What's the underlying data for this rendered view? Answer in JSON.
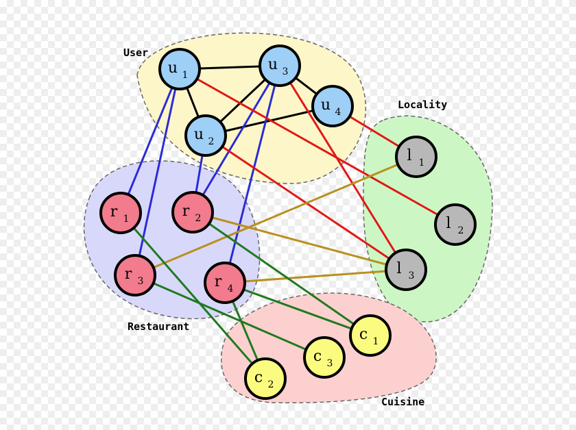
{
  "groups": [
    {
      "id": "user",
      "label": "User",
      "fill": "#fdf6c8"
    },
    {
      "id": "restaurant",
      "label": "Restaurant",
      "fill": "#d8d8fa"
    },
    {
      "id": "locality",
      "label": "Locality",
      "fill": "#ccf7c4"
    },
    {
      "id": "cuisine",
      "label": "Cuisine",
      "fill": "#fdd0d0"
    }
  ],
  "nodes": [
    {
      "id": "u1",
      "base": "u",
      "sub": "1",
      "fill": "#9ecff7"
    },
    {
      "id": "u2",
      "base": "u",
      "sub": "2",
      "fill": "#9ecff7"
    },
    {
      "id": "u3",
      "base": "u",
      "sub": "3",
      "fill": "#9ecff7"
    },
    {
      "id": "u4",
      "base": "u",
      "sub": "4",
      "fill": "#9ecff7"
    },
    {
      "id": "r1",
      "base": "r",
      "sub": "1",
      "fill": "#f27b8e"
    },
    {
      "id": "r2",
      "base": "r",
      "sub": "2",
      "fill": "#f27b8e"
    },
    {
      "id": "r3",
      "base": "r",
      "sub": "3",
      "fill": "#f27b8e"
    },
    {
      "id": "r4",
      "base": "r",
      "sub": "4",
      "fill": "#f27b8e"
    },
    {
      "id": "l1",
      "base": "l",
      "sub": "1",
      "fill": "#b8b8b8"
    },
    {
      "id": "l2",
      "base": "l",
      "sub": "2",
      "fill": "#b8b8b8"
    },
    {
      "id": "l3",
      "base": "l",
      "sub": "3",
      "fill": "#b8b8b8"
    },
    {
      "id": "c1",
      "base": "c",
      "sub": "1",
      "fill": "#fbfb80"
    },
    {
      "id": "c2",
      "base": "c",
      "sub": "2",
      "fill": "#fbfb80"
    },
    {
      "id": "c3",
      "base": "c",
      "sub": "3",
      "fill": "#fbfb80"
    }
  ],
  "edge_colors": {
    "user_user": "#000000",
    "user_restaurant": "#2b2bd6",
    "user_locality": "#e01818",
    "restaurant_locality": "#b8901e",
    "restaurant_cuisine": "#1f7a1f"
  },
  "edges": [
    {
      "from": "u1",
      "to": "u3",
      "kind": "user_user"
    },
    {
      "from": "u1",
      "to": "u2",
      "kind": "user_user"
    },
    {
      "from": "u3",
      "to": "u4",
      "kind": "user_user"
    },
    {
      "from": "u2",
      "to": "u4",
      "kind": "user_user"
    },
    {
      "from": "u2",
      "to": "u3",
      "kind": "user_user"
    },
    {
      "from": "u1",
      "to": "r1",
      "kind": "user_restaurant"
    },
    {
      "from": "u1",
      "to": "r3",
      "kind": "user_restaurant"
    },
    {
      "from": "u2",
      "to": "r2",
      "kind": "user_restaurant"
    },
    {
      "from": "u3",
      "to": "r2",
      "kind": "user_restaurant"
    },
    {
      "from": "u3",
      "to": "r4",
      "kind": "user_restaurant"
    },
    {
      "from": "u1",
      "to": "l2",
      "kind": "user_locality"
    },
    {
      "from": "u2",
      "to": "l3",
      "kind": "user_locality"
    },
    {
      "from": "u3",
      "to": "l3",
      "kind": "user_locality"
    },
    {
      "from": "u4",
      "to": "l1",
      "kind": "user_locality"
    },
    {
      "from": "r3",
      "to": "l1",
      "kind": "restaurant_locality"
    },
    {
      "from": "r2",
      "to": "l3",
      "kind": "restaurant_locality"
    },
    {
      "from": "r4",
      "to": "l3",
      "kind": "restaurant_locality"
    },
    {
      "from": "r1",
      "to": "c2",
      "kind": "restaurant_cuisine"
    },
    {
      "from": "r2",
      "to": "c1",
      "kind": "restaurant_cuisine"
    },
    {
      "from": "r3",
      "to": "c3",
      "kind": "restaurant_cuisine"
    },
    {
      "from": "r4",
      "to": "c1",
      "kind": "restaurant_cuisine"
    },
    {
      "from": "r4",
      "to": "c2",
      "kind": "restaurant_cuisine"
    }
  ]
}
